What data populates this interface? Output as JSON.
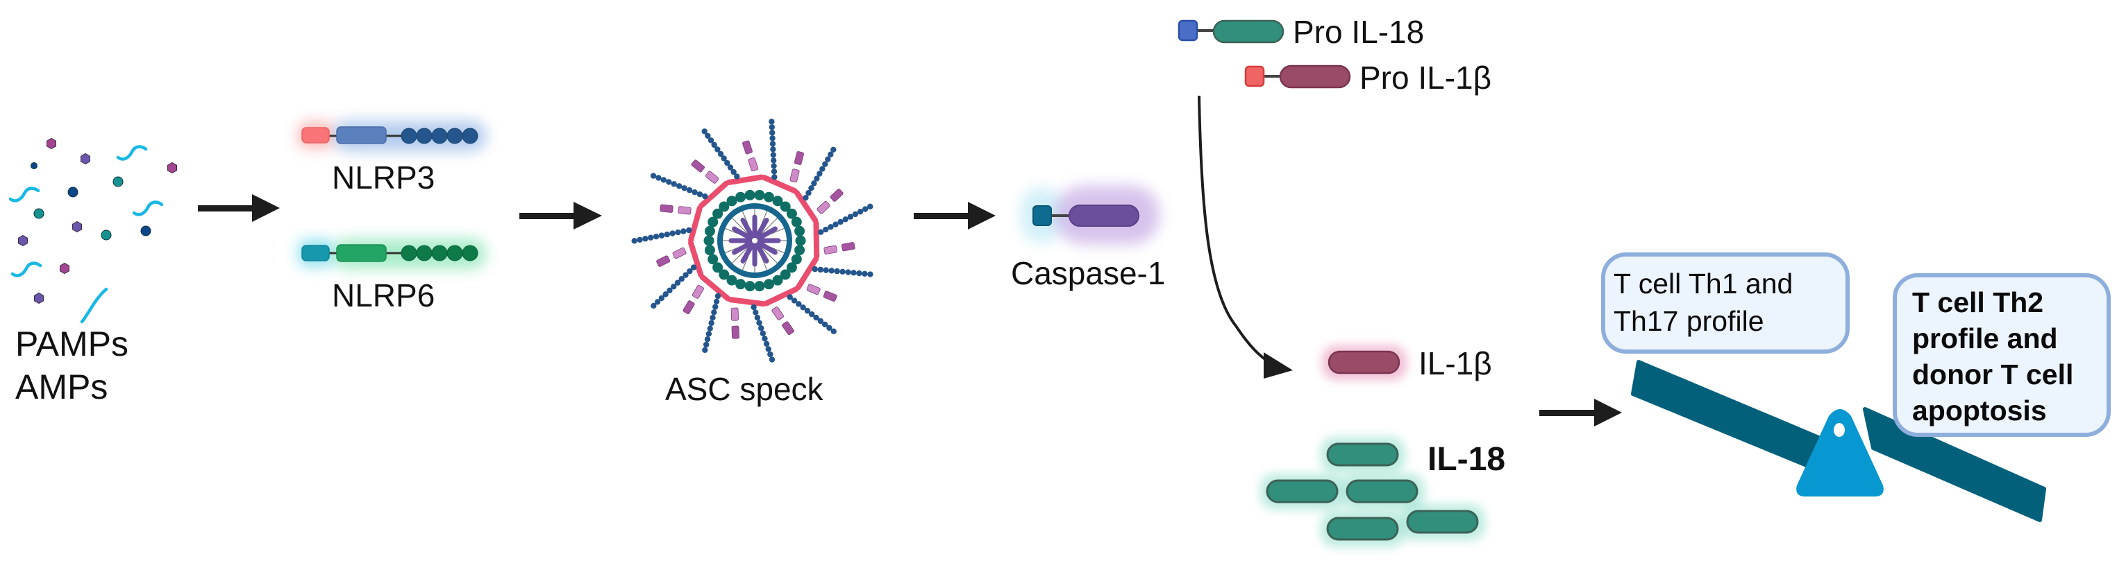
{
  "figure": {
    "stages": {
      "stimuli": {
        "label_line1": "PAMPs",
        "label_line2": "AMPs"
      },
      "sensors": {
        "nlrp3_label": "NLRP3",
        "nlrp6_label": "NLRP6"
      },
      "speck": {
        "label": "ASC speck"
      },
      "caspase": {
        "label": "Caspase-1"
      },
      "precursors": {
        "pro_il18_label": "Pro IL-18",
        "pro_il1b_label": "Pro IL-1β"
      },
      "mature": {
        "il1b_label": "IL-1β",
        "il18_label": "IL-18"
      },
      "balance": {
        "left_box_line1": "T cell Th1 and",
        "left_box_line2": "Th17 profile",
        "right_box_line1": "T cell Th2",
        "right_box_line2": "profile and",
        "right_box_line3": "donor T cell",
        "right_box_line4": "apoptosis",
        "tilt": "left side up, right side down"
      }
    },
    "colors": {
      "arrow": "#1d1d1d",
      "pyd_pink": "#f87476",
      "nacht_blue": "#5a80bd",
      "lrr_blue": "#24558c",
      "pyd_teal": "#1798ad",
      "nacht_green": "#22a565",
      "lrr_green": "#0e7a47",
      "asc_pink": "#ea4d6d",
      "asc_teal": "#0f6f65",
      "asc_inner_blue": "#16668e",
      "asc_core_purple": "#6b4fa3",
      "card_purple": "#a555a0",
      "card_light_purple": "#cf8ac8",
      "caspase_square": "#0f6c91",
      "caspase_body": "#6b4f9c",
      "il18_body": "#318f7b",
      "il18_pro_square": "#4a6ec5",
      "il1b_body": "#9a4b68",
      "il1b_pro_square": "#f06464",
      "seesaw_plank": "#02607b",
      "seesaw_fulcrum": "#0797d1",
      "box_border": "#8eaedc",
      "box_fill": "#ecf4fd",
      "pamp_cyan": "#18b8e6",
      "pamp_magenta": "#a4458f",
      "pamp_violet": "#6a56ab",
      "pamp_navy": "#0d4787",
      "pamp_teal": "#17938f"
    }
  }
}
